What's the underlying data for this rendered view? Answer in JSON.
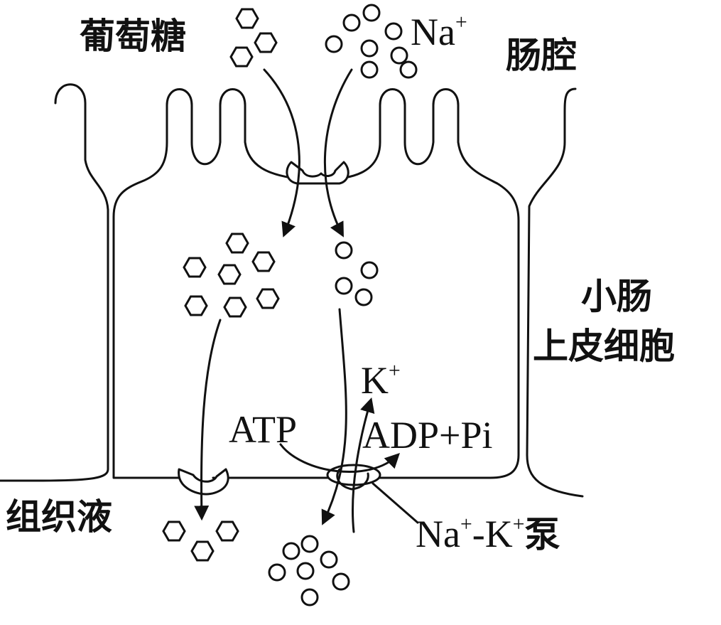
{
  "labels": {
    "glucose": "葡萄糖",
    "na_ion": "Na",
    "na_charge": "+",
    "lumen": "肠腔",
    "cell_line1": "小肠",
    "cell_line2": "上皮细胞",
    "k_ion": "K",
    "k_charge": "+",
    "atp": "ATP",
    "adp_pi": "ADP+Pi",
    "tissue_fluid": "组织液",
    "pump_na": "Na",
    "pump_na_charge": "+",
    "pump_dash_k": "-K",
    "pump_k_charge": "+",
    "pump_suffix": "泵"
  },
  "colors": {
    "ink": "#111111",
    "background": "#ffffff"
  },
  "icons": {
    "glucose_molecule": "hexagon",
    "sodium_ion": "small-circle"
  }
}
